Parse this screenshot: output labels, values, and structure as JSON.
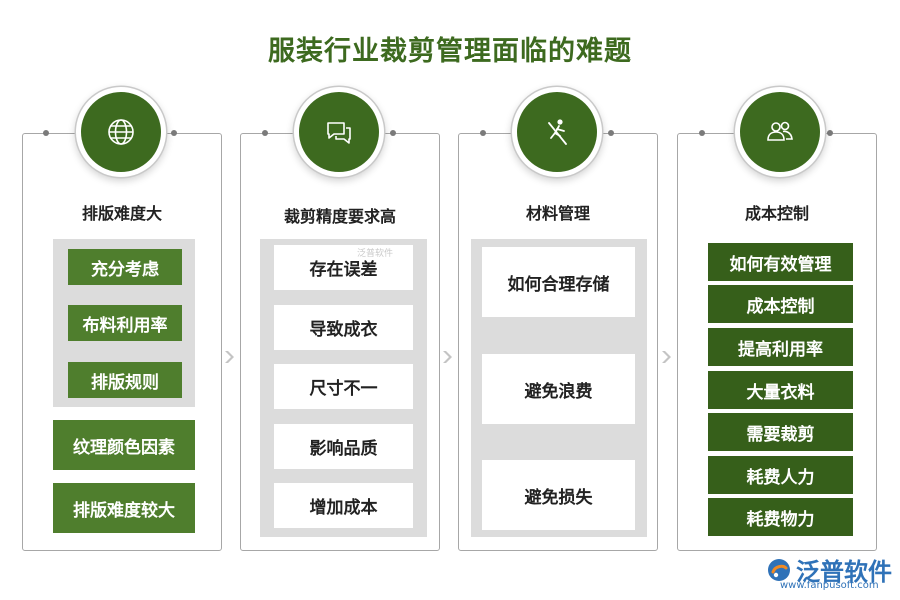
{
  "title": "服装行业裁剪管理面临的难题",
  "columns": [
    {
      "heading": "排版难度大",
      "icon": "globe-icon",
      "sub_items": [
        "充分考虑",
        "布料利用率",
        "排版规则"
      ],
      "items": [
        "纹理颜色因素",
        "排版难度较大"
      ]
    },
    {
      "heading": "裁剪精度要求高",
      "icon": "chat-icon",
      "items": [
        "存在误差",
        "导致成衣",
        "尺寸不一",
        "影响品质",
        "增加成本"
      ]
    },
    {
      "heading": "材料管理",
      "icon": "rowing-icon",
      "items": [
        "如何合理存储",
        "避免浪费",
        "避免损失"
      ]
    },
    {
      "heading": "成本控制",
      "icon": "users-icon",
      "items": [
        "如何有效管理",
        "成本控制",
        "提高利用率",
        "大量衣料",
        "需要裁剪",
        "耗费人力",
        "耗费物力"
      ]
    }
  ],
  "watermark": "泛普软件",
  "logo": {
    "name": "泛普软件",
    "url": "www.fanpusoft.com"
  },
  "colors": {
    "primary_green": "#4f7e2d",
    "dark_green": "#365f1a",
    "title_green": "#3d6a1f",
    "gray": "#dcdcdc"
  }
}
